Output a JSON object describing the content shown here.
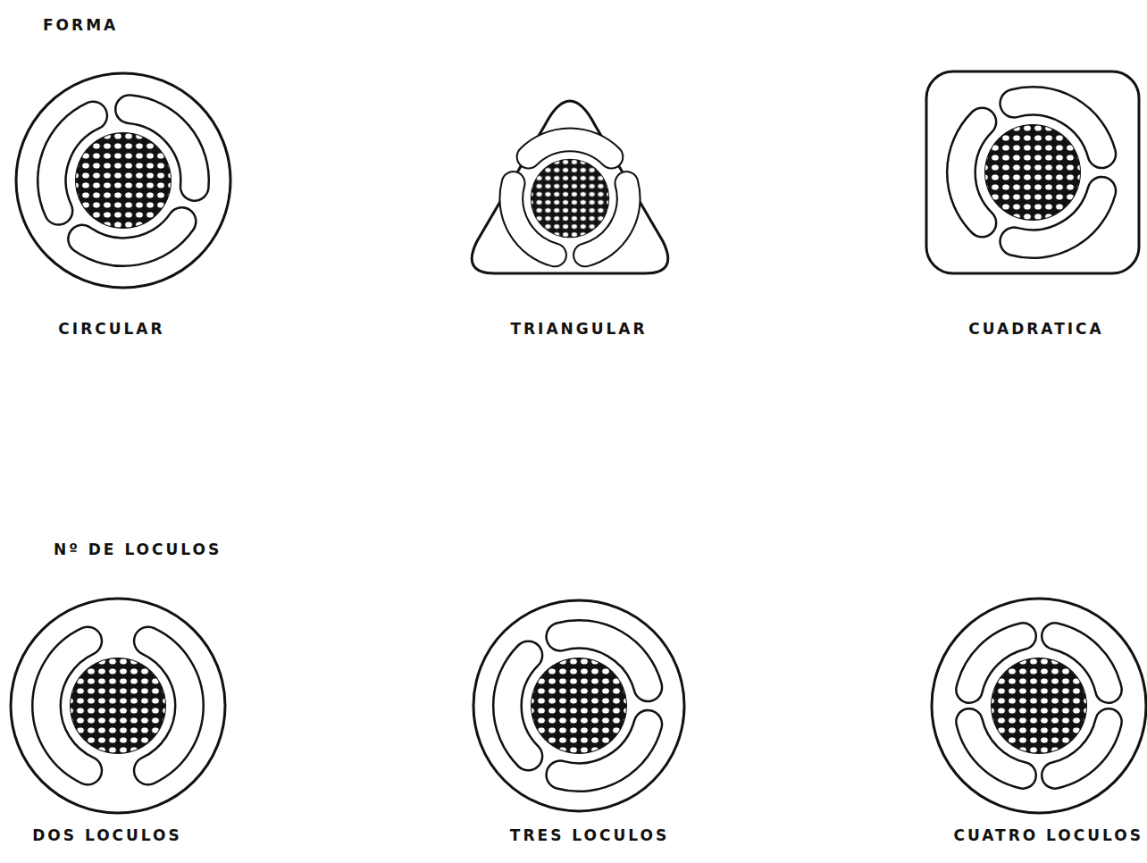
{
  "diagram": {
    "labels": [
      "FORMA",
      "CIRCULAR",
      "TRIANGULAR",
      "CUADRATICA",
      "Nº DE LOCULOS",
      "DOS LOCULOS",
      "TRES LOCULOS",
      "CUATRO LOCULOS"
    ]
  }
}
